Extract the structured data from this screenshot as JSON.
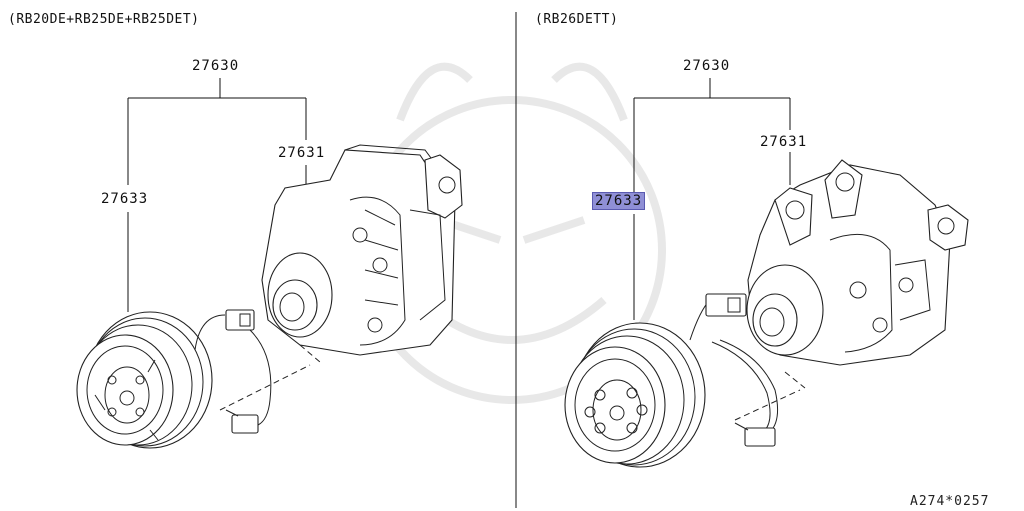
{
  "left_panel": {
    "variant": "(RB20DE+RB25DE+RB25DET)",
    "assembly_part": "27630",
    "compressor_part": "27631",
    "clutch_part": "27633"
  },
  "right_panel": {
    "variant": "(RB26DETT)",
    "assembly_part": "27630",
    "compressor_part": "27631",
    "clutch_part": "27633"
  },
  "footer": {
    "reference": "A274*0257"
  },
  "highlight_color": "#8f8fd6"
}
